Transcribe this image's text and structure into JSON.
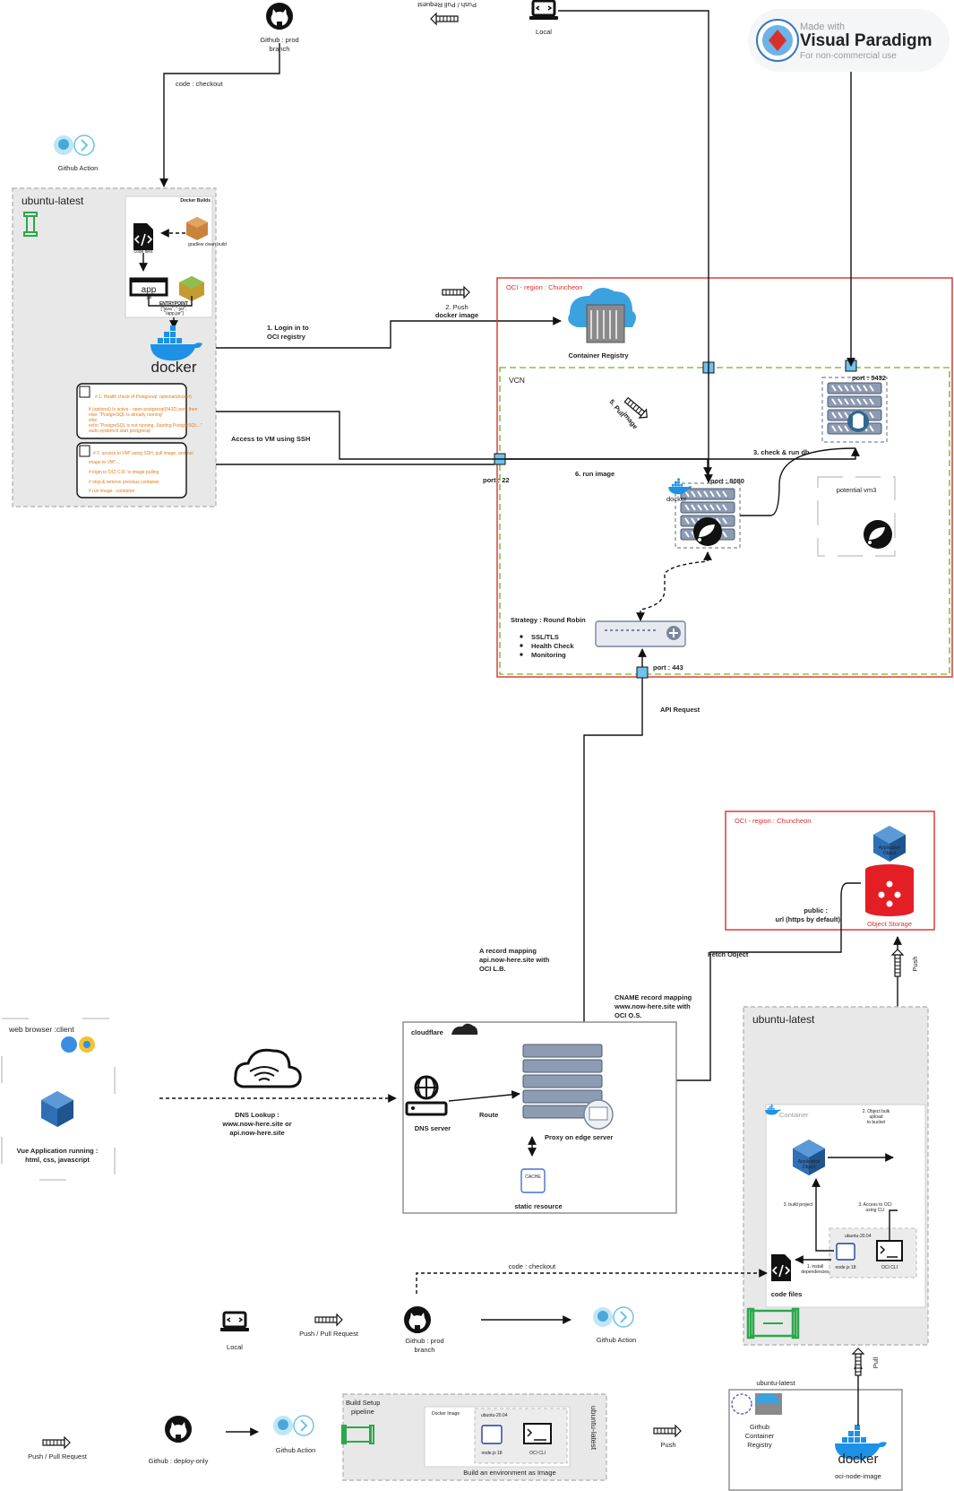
{
  "watermark": {
    "line1": "Made with",
    "brand": "Visual Paradigm",
    "line3": "For non-commercial use"
  },
  "top": {
    "github_prod_line1": "Github : prod",
    "github_prod_line2": "branch",
    "push_pull_mirrored": "Push / Pull Request",
    "local": "Local",
    "code_checkout": "code : checkout",
    "github_action": "Github Action"
  },
  "ubuntu_top": {
    "title": "ubuntu-latest",
    "docker_build_title": "Docker Builds",
    "gradlew_label": "gradlew clean build",
    "code_files": "code files",
    "app": "app",
    "jar": ".jar",
    "entrypoint": "ENTRYPOINT",
    "entrypoint_cmd_1": "[\"java\", \"-jar\",",
    "entrypoint_cmd_2": "\"/app.jar\"]",
    "docker": "docker",
    "script1_title": "# 1. Health check of Postgresql :optional(docker)",
    "script1_line1": "if (optional) Is active - open postgresql(5432) port, then",
    "script1_line2": "  else: \"PostgreSQL is already running\"",
    "script1_line3": "  else",
    "script1_line4": "  echo \"PostgreSQL is not running. Starting PostgreSQL...\"",
    "script1_line5": "  sudo systemctl start postgresql",
    "script2_title": "# 2. access to VM* using SSH, pull image, and run",
    "script2_line1": "   image to VM*....",
    "script2_line2": "   # login to OCI C.R. to image pulling",
    "script2_line3": "   # stop & remove previous container",
    "script2_line4": "   # run image - container"
  },
  "edges": {
    "login_1": "1. Login in to",
    "login_2": "OCI registry",
    "push_1": "2. Push",
    "push_2": "docker image",
    "ssh": "Access to VM using SSH",
    "pull_1": "5. Pull",
    "pull_2": "image",
    "check_db": "3. check & run db",
    "run_image": "6. run image",
    "api_request": "API Request",
    "a_record_1": "A record mapping",
    "a_record_2": "api.now-here.site with",
    "a_record_3": "OCI L.B.",
    "cname_1": "CNAME record mapping",
    "cname_2": "www.now-here.site with",
    "cname_3": "OCI O.S.",
    "fetch_object": "Fetch Object",
    "dns_1": "DNS Lookup :",
    "dns_2": "www.now-here.site or",
    "dns_3": "api.now-here.site",
    "route": "Route",
    "code_checkout_bottom": "code : checkout",
    "push_vertical": "Push",
    "pull_vertical": "Pull"
  },
  "oci": {
    "region": "OCI  -  region : Chuncheon",
    "container_registry": "Container Registry",
    "vcn": "VCN",
    "port_5432": "port : 5432",
    "port_8080": "port : 8080",
    "port_22": "port : 22",
    "port_443": "port : 443",
    "docker_small": "docker",
    "potential_vm": "potential vm3",
    "strategy": "Strategy : Round Robin",
    "bullets": [
      "SSL/TLS",
      "Health Check",
      "Monitoring"
    ]
  },
  "oci_storage": {
    "region": "OCI  -  region : Chuncheon",
    "app_object_1": "Application",
    "app_object_2": "Object",
    "object_storage": "Object Storage",
    "public_1": "public :",
    "public_2": "url (https by default)"
  },
  "client": {
    "title": "web browser :client",
    "vue_1": "Vue Application running :",
    "vue_2": "html, css, javascript"
  },
  "cloudflare": {
    "title": "cloudflare",
    "dns_server": "DNS server",
    "proxy": "Proxy on edge server",
    "cache": "CACHE",
    "static": "static resource"
  },
  "ubuntu_bottom": {
    "title": "ubuntu-latest",
    "container": "Container",
    "step2_1": "2. Object bulk",
    "step2_2": "upload",
    "step2_3": "to bucket",
    "build_project": "3. build project",
    "access_oci_1": "3. Access to OCI",
    "access_oci_2": "using CLI",
    "ubuntu_ver": "ubuntu-20.04",
    "nodejs": "node.js 18",
    "oci_cli": "OCI CLI",
    "install_1": "1. install",
    "install_2": "dependencies",
    "code_files": "code files",
    "app_obj_1": "Application",
    "app_obj_2": "Object"
  },
  "bottom_row": {
    "local": "Local",
    "push_pull": "Push / Pull Request",
    "github_prod_1": "Github : prod",
    "github_prod_2": "branch",
    "github_action": "Github Action",
    "push_pull_2": "Push / Pull Request",
    "github_deploy": "Github : deploy-only",
    "github_action_2": "Github Action",
    "build_setup_1": "Build Setup",
    "build_setup_2": "pipeline",
    "docker_image": "Docker Image",
    "ubuntu_ver": "ubuntu-20.04",
    "nodejs": "node.js 18",
    "oci_cli": "OCI CLI",
    "build_env": "Build an environment as Image",
    "ubuntu_vertical": "ubuntu-latest",
    "push": "Push",
    "ghcr_title": "ubuntu-latest",
    "ghcr_1": "Github",
    "ghcr_2": "Container",
    "ghcr_3": "Registry",
    "docker": "docker",
    "oci_node_image": "oci-node-image"
  }
}
